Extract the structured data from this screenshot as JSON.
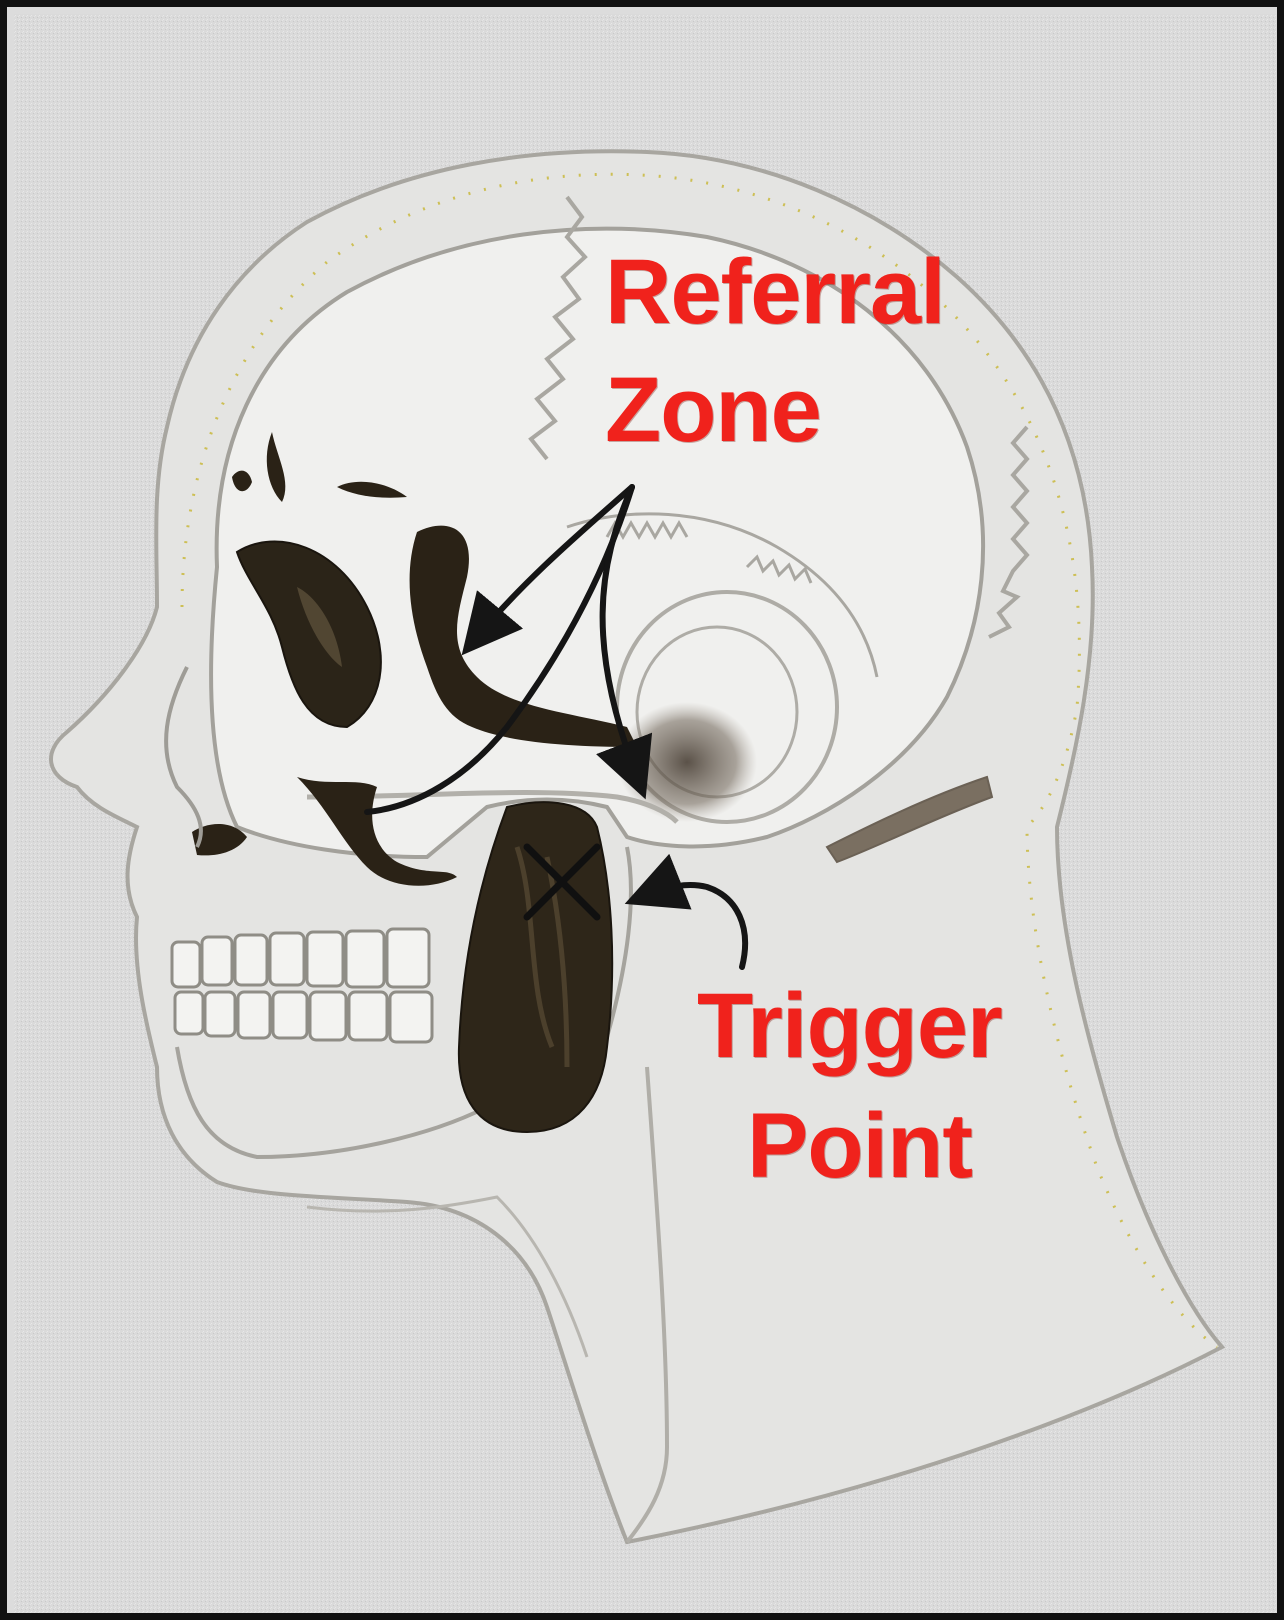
{
  "labels": {
    "referral_zone": [
      "Referral",
      "Zone"
    ],
    "trigger_point": [
      "Trigger",
      "Point"
    ]
  },
  "colors": {
    "label_red": "#f0221c",
    "background_gray": "#dcdcdc",
    "outline_gray": "#9a9a9a",
    "bone_white": "#f3f3f1",
    "muscle_dark": "#2a2216",
    "dotted_yellow": "#d9c84a"
  }
}
